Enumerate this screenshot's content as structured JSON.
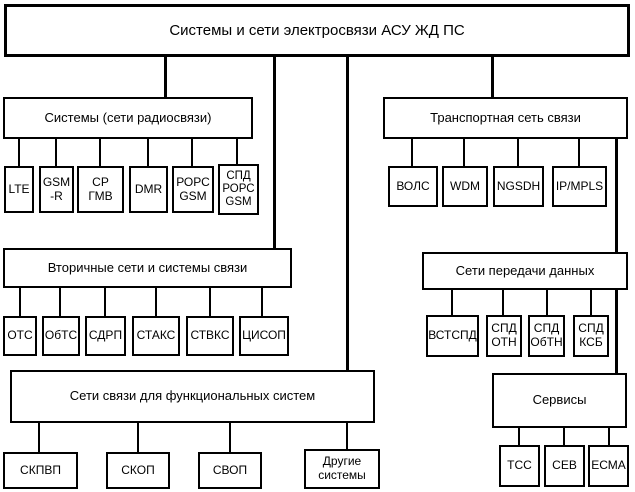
{
  "diagram": {
    "root_label": "Системы и сети электросвязи АСУ ЖД ПС",
    "radio": {
      "title": "Системы (сети радиосвязи)",
      "children": [
        "LTE",
        "GSM -R",
        "СР ГМВ",
        "DMR",
        "РОРС GSM",
        "СПД РОРС GSM"
      ]
    },
    "transport": {
      "title": "Транспортная сеть связи",
      "children": [
        "ВОЛС",
        "WDM",
        "NGSDH",
        "IP/MPLS"
      ]
    },
    "secondary": {
      "title": "Вторичные сети и системы связи",
      "children": [
        "ОТС",
        "ОбТС",
        "СДРП",
        "СТАКС",
        "СТВКС",
        "ЦИСОП"
      ]
    },
    "data_networks": {
      "title": "Сети передачи данных",
      "children": [
        "ВСТСПД",
        "СПД ОТН",
        "СПД ОбТН",
        "СПД КСБ"
      ]
    },
    "functional": {
      "title": "Сети связи для функциональных систем",
      "children": [
        "СКПВП",
        "СКОП",
        "СВОП",
        "Другие системы"
      ]
    },
    "services": {
      "title": "Сервисы",
      "children": [
        "ТСС",
        "СЕВ",
        "ЕСМА"
      ]
    }
  },
  "colors": {
    "background": "#ffffff",
    "line": "#000000",
    "box_border": "#000000",
    "text": "#000000"
  }
}
